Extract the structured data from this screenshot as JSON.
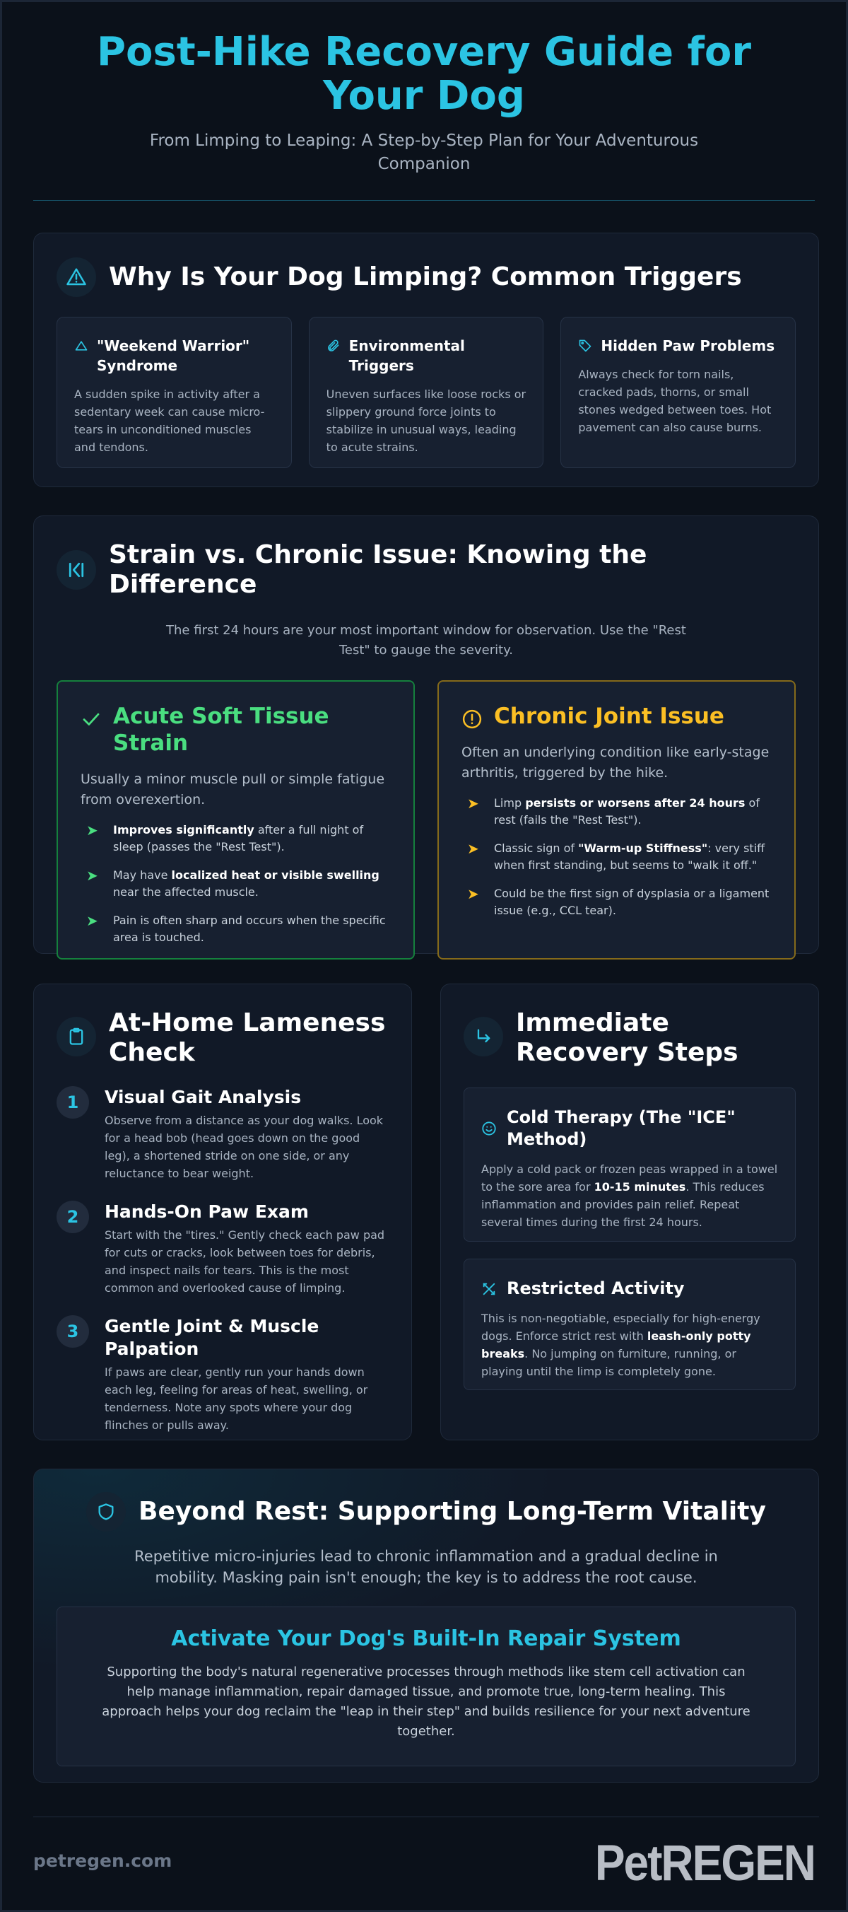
{
  "header": {
    "title": "Post-Hike Recovery Guide for Your Dog",
    "subtitle": "From Limping to Leaping: A Step-by-Step Plan for Your Adventurous Companion"
  },
  "triggers": {
    "title": "Why Is Your Dog Limping? Common Triggers",
    "icon": "warning-triangle-icon",
    "items": [
      {
        "title": "\"Weekend Warrior\" Syndrome",
        "icon": "triangle-icon",
        "text": "A sudden spike in activity after a sedentary week can cause micro-tears in unconditioned muscles and tendons."
      },
      {
        "title": "Environmental Triggers",
        "icon": "paperclip-icon",
        "text": "Uneven surfaces like loose rocks or slippery ground force joints to stabilize in unusual ways, leading to acute strains."
      },
      {
        "title": "Hidden Paw Problems",
        "icon": "tag-icon",
        "text": "Always check for torn nails, cracked pads, thorns, or small stones wedged between toes. Hot pavement can also cause burns."
      }
    ]
  },
  "comparison": {
    "title": "Strain vs. Chronic Issue: Knowing the Difference",
    "lead": "The first 24 hours are your most important window for observation. Use the \"Rest Test\" to gauge the severity.",
    "acute": {
      "title": "Acute Soft Tissue Strain",
      "desc": "Usually a minor muscle pull or simple fatigue from overexertion.",
      "b1_bold": "Improves significantly",
      "b1_rest": " after a full night of sleep (passes the \"Rest Test\").",
      "b2_pre": "May have ",
      "b2_bold": "localized heat or visible swelling",
      "b2_rest": " near the affected muscle.",
      "b3": "Pain is often sharp and occurs when the specific area is touched."
    },
    "chronic": {
      "title": "Chronic Joint Issue",
      "desc": "Often an underlying condition like early-stage arthritis, triggered by the hike.",
      "b1_pre": "Limp ",
      "b1_bold": "persists or worsens after 24 hours",
      "b1_rest": " of rest (fails the \"Rest Test\").",
      "b2_pre": "Classic sign of ",
      "b2_bold": "\"Warm-up Stiffness\"",
      "b2_rest": ": very stiff when first standing, but seems to \"walk it off.\"",
      "b3": "Could be the first sign of dysplasia or a ligament issue (e.g., CCL tear)."
    },
    "arrow": "➤"
  },
  "lameness": {
    "title": "At-Home Lameness Check",
    "steps": [
      {
        "num": "1",
        "title": "Visual Gait Analysis",
        "text": "Observe from a distance as your dog walks. Look for a head bob (head goes down on the good leg), a shortened stride on one side, or any reluctance to bear weight."
      },
      {
        "num": "2",
        "title": "Hands-On Paw Exam",
        "text": "Start with the \"tires.\" Gently check each paw pad for cuts or cracks, look between toes for debris, and inspect nails for tears. This is the most common and overlooked cause of limping."
      },
      {
        "num": "3",
        "title": "Gentle Joint & Muscle Palpation",
        "text": "If paws are clear, gently run your hands down each leg, feeling for areas of heat, swelling, or tenderness. Note any spots where your dog flinches or pulls away."
      }
    ]
  },
  "recovery": {
    "title": "Immediate Recovery Steps",
    "cold": {
      "title": "Cold Therapy (The \"ICE\" Method)",
      "pre": "Apply a cold pack or frozen peas wrapped in a towel to the sore area for ",
      "bold": "10-15 minutes",
      "rest": ". This reduces inflammation and provides pain relief. Repeat several times during the first 24 hours."
    },
    "restricted": {
      "title": "Restricted Activity",
      "pre": "This is non-negotiable, especially for high-energy dogs. Enforce strict rest with ",
      "bold": "leash-only potty breaks",
      "rest": ". No jumping on furniture, running, or playing until the limp is completely gone."
    }
  },
  "vitality": {
    "title": "Beyond Rest: Supporting Long-Term Vitality",
    "lead": "Repetitive micro-injuries lead to chronic inflammation and a gradual decline in mobility. Masking pain isn't enough; the key is to address the root cause.",
    "inner_title": "Activate Your Dog's Built-In Repair System",
    "inner_text": "Supporting the body's natural regenerative processes through methods like stem cell activation can help manage inflammation, repair damaged tissue, and promote true, long-term healing. This approach helps your dog reclaim the \"leap in their step\" and builds resilience for your next adventure together."
  },
  "footer": {
    "site": "petregen.com",
    "logo": "PetREGEN"
  },
  "colors": {
    "accent": "#2bc4e3",
    "green": "#4ade80",
    "amber": "#fbbf24",
    "background": "#0b111a"
  }
}
